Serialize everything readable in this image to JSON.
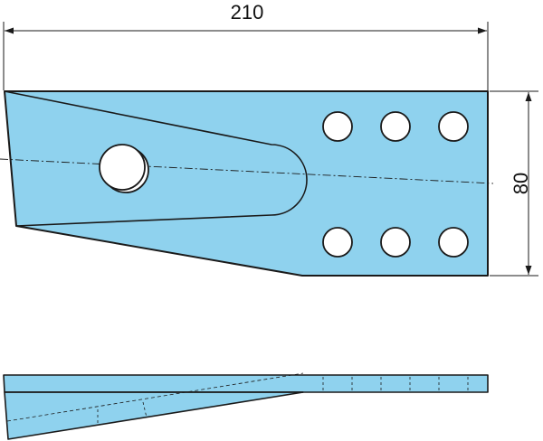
{
  "colors": {
    "part_fill": "#8fd2ee",
    "outline": "#1a1a1a",
    "hole_fill": "#ffffff",
    "background": "#ffffff"
  },
  "dimensions": {
    "length": "210",
    "height": "80"
  },
  "plan_view": {
    "bolt_holes": {
      "rows": 2,
      "columns": 3
    }
  }
}
